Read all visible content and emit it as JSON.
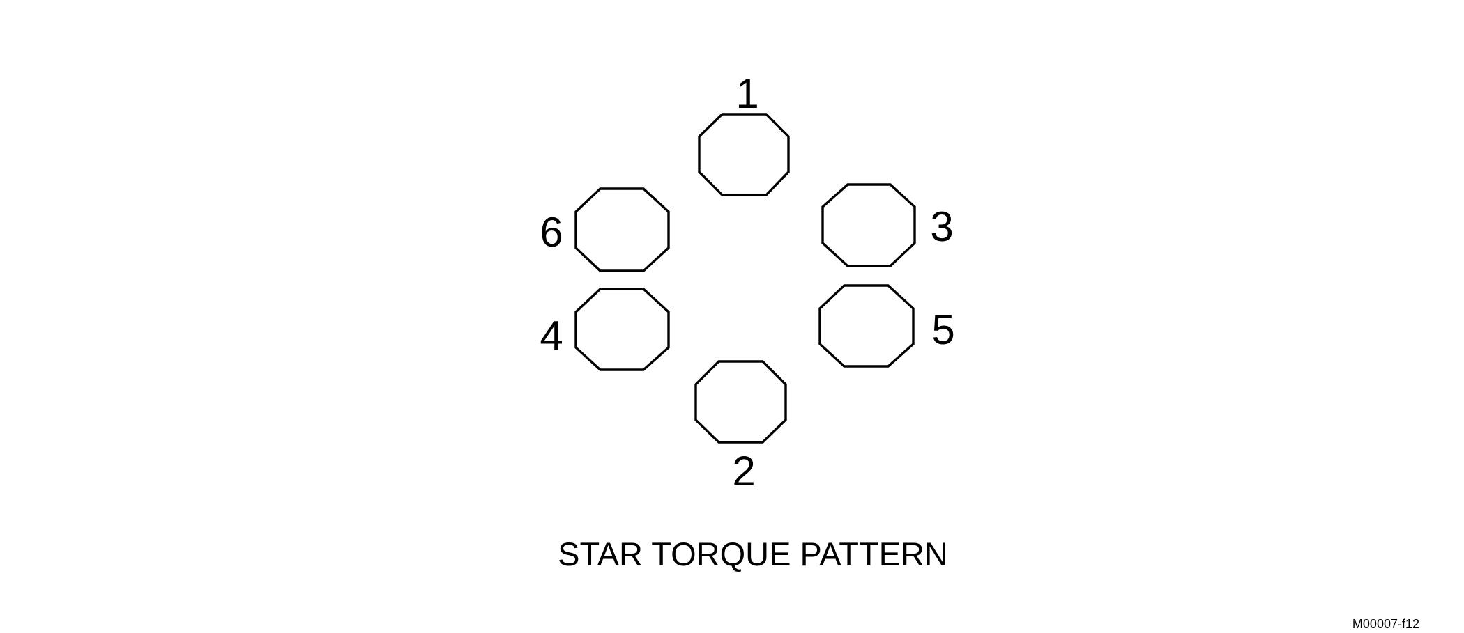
{
  "diagram": {
    "caption": "STAR TORQUE PATTERN",
    "figure_id": "M00007-f12",
    "stroke_color": "#000000",
    "background_color": "#ffffff",
    "nuts": [
      {
        "label": "1"
      },
      {
        "label": "2"
      },
      {
        "label": "3"
      },
      {
        "label": "4"
      },
      {
        "label": "5"
      },
      {
        "label": "6"
      }
    ]
  }
}
